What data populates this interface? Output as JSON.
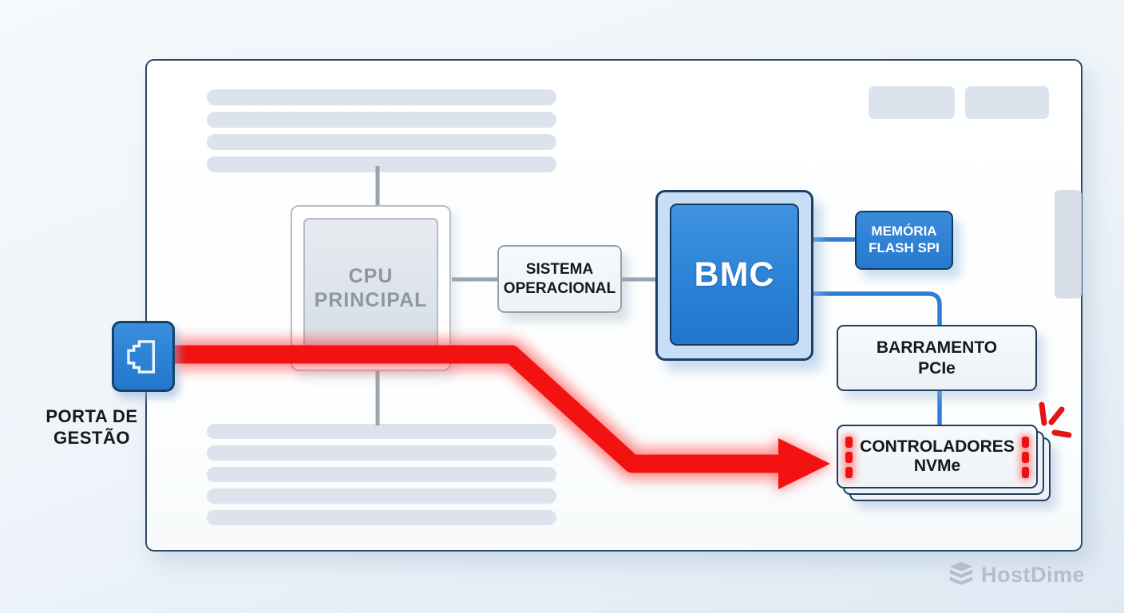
{
  "diagram": {
    "management_port": {
      "icon": "ethernet-port-icon",
      "label_line1": "PORTA DE",
      "label_line2": "GESTÃO"
    },
    "cpu": {
      "line1": "CPU",
      "line2": "PRINCIPAL"
    },
    "os": {
      "line1": "SISTEMA",
      "line2": "OPERACIONAL"
    },
    "bmc": {
      "label": "BMC"
    },
    "spi_flash": {
      "line1": "MEMÓRIA",
      "line2": "FLASH SPI"
    },
    "pcie_bus": {
      "line1": "BARRAMENTO",
      "line2": "PCIe"
    },
    "nvme_controllers": {
      "line1": "CONTROLADORES",
      "line2": "NVMe"
    },
    "attack_path": {
      "icon": "attack-arrow",
      "from": "management_port",
      "to": "nvme_controllers"
    },
    "alert": {
      "icon": "alert-spark-icon"
    }
  },
  "footer": {
    "brand": "HostDime",
    "icon": "layer-stack-icon"
  },
  "colors": {
    "accent_blue": "#2e7ed5",
    "bmc_fill": "#2c82d6",
    "light_blue": "#c8def6",
    "danger_red": "#ee1111",
    "board_border": "#2c4a68",
    "slot_gray": "#dce3ec",
    "connector_gray": "#9aa4ae",
    "text_dark": "#15181c",
    "text_gray": "#8d96a2",
    "brand_gray": "#b6bdc8"
  }
}
